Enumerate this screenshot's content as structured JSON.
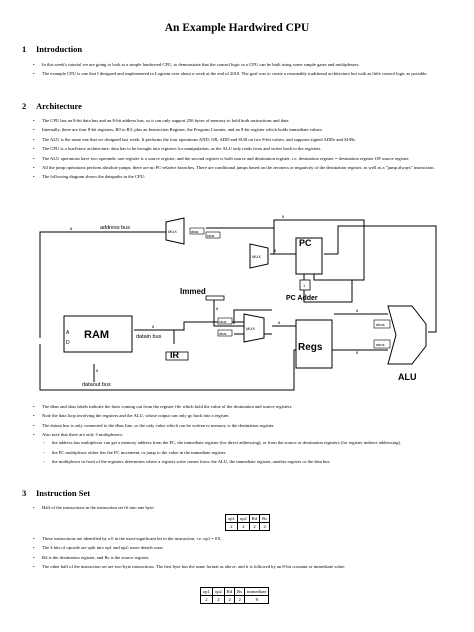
{
  "title": "An Example Hardwired CPU",
  "sections": {
    "intro": {
      "num": "1",
      "title": "Introduction"
    },
    "arch": {
      "num": "2",
      "title": "Architecture"
    },
    "iset": {
      "num": "3",
      "title": "Instruction Set"
    }
  },
  "intro_items": [
    "In this week's tutorial we are going to look at a simple hardwired CPU, to demonstrate that the control logic in a CPU can be built using some simple gates and multiplexers.",
    "The example CPU is one that I designed and implemented in Logisim over about a week at the end of 2010. The goal was to create a reasonably traditional architecture but with as little control logic as possible."
  ],
  "arch_items": [
    "The CPU has an 8-bit data bus and an 8-bit address bus, so it can only support 256 bytes of memory to hold both instructions and data.",
    "Internally, there are four 8-bit registers, R0 to R3, plus an Instruction Register, the Program Counter, and an 8-bit register which holds immediate values.",
    "The ALU is the same one that we designed last week. It performs the four operations AND, OR, ADD and SUB on two 8-bit values, and supports signed ADDs and SUBs.",
    "The CPU is a load/store architecture: data has to be brought into registers for manipulation, as the ALU only reads from and writes back to the registers.",
    "The ALU operations have two operands: one register is a source register, and the second register is both source and destination register, i.e. destination register = destination register OP source register.",
    "All the jump operations perform absolute jumps; there are no PC-relative branches. There are conditional jumps based on the zeroness or negativity of the destination register, as well as a \"jump always\" instruction.",
    "The following diagram shows the datapaths in the CPU:"
  ],
  "diagram": {
    "address_bus": "address bus",
    "datain_bus": "datain bus",
    "dataout_bus": "dataout bus",
    "mux": "MUX",
    "pc": "PC",
    "pc_adder": "PC Adder",
    "immed": "Immed",
    "ram": "RAM",
    "ir": "IR",
    "regs": "Regs",
    "alu": "ALU",
    "dreg": "dbus",
    "sreg": "sbus",
    "port_a": "A",
    "port_d": "D",
    "width": "8",
    "one": "1"
  },
  "after_items": [
    "The dbus and sbus labels indicate the lines coming out from the register file which hold the value of the destination and source registers.",
    "Note the data loop involving the registers and the ALU, whose output can only go back into a register.",
    "The datout bus is only connected to the dbus line, so the only value which can be written to memory is the destination register.",
    "Also note that there are only 3 multiplexers:"
  ],
  "mux_items": [
    "the address bus multiplexor can get a memory address from the PC, the immediate register (for direct addressing), or from the source or destination registers (for register indirect addressing).",
    "the PC multiplexor either lets the PC increment, or jump to the value in the immediate register.",
    "the multiplexor in front of the registers determines where a register write comes from: the ALU, the immediate register, another register or the data bus."
  ],
  "iset_items": [
    "Half of the instructions in the instruction set fit into one byte:",
    "These instructions are identified by a 0 in the most-significant bit in the instruction, i.e. op1 = 0X.",
    "The 4 bits of opcode are split into op1 and op2: more details soon.",
    "Rd is the destination register, and Rs is the source register.",
    "The other half of the instruction set are two-byte instructions. The first byte has the same format as above, and it is followed by an 8-bit constant or immediate value:"
  ],
  "table1": {
    "headers": [
      "op1",
      "op2",
      "Rd",
      "Rs"
    ],
    "widths": [
      "2",
      "2",
      "2",
      "2"
    ]
  },
  "table2": {
    "headers": [
      "op1",
      "op2",
      "Rd",
      "Rs",
      "immediate"
    ],
    "widths": [
      "2",
      "2",
      "2",
      "2",
      "8"
    ]
  }
}
